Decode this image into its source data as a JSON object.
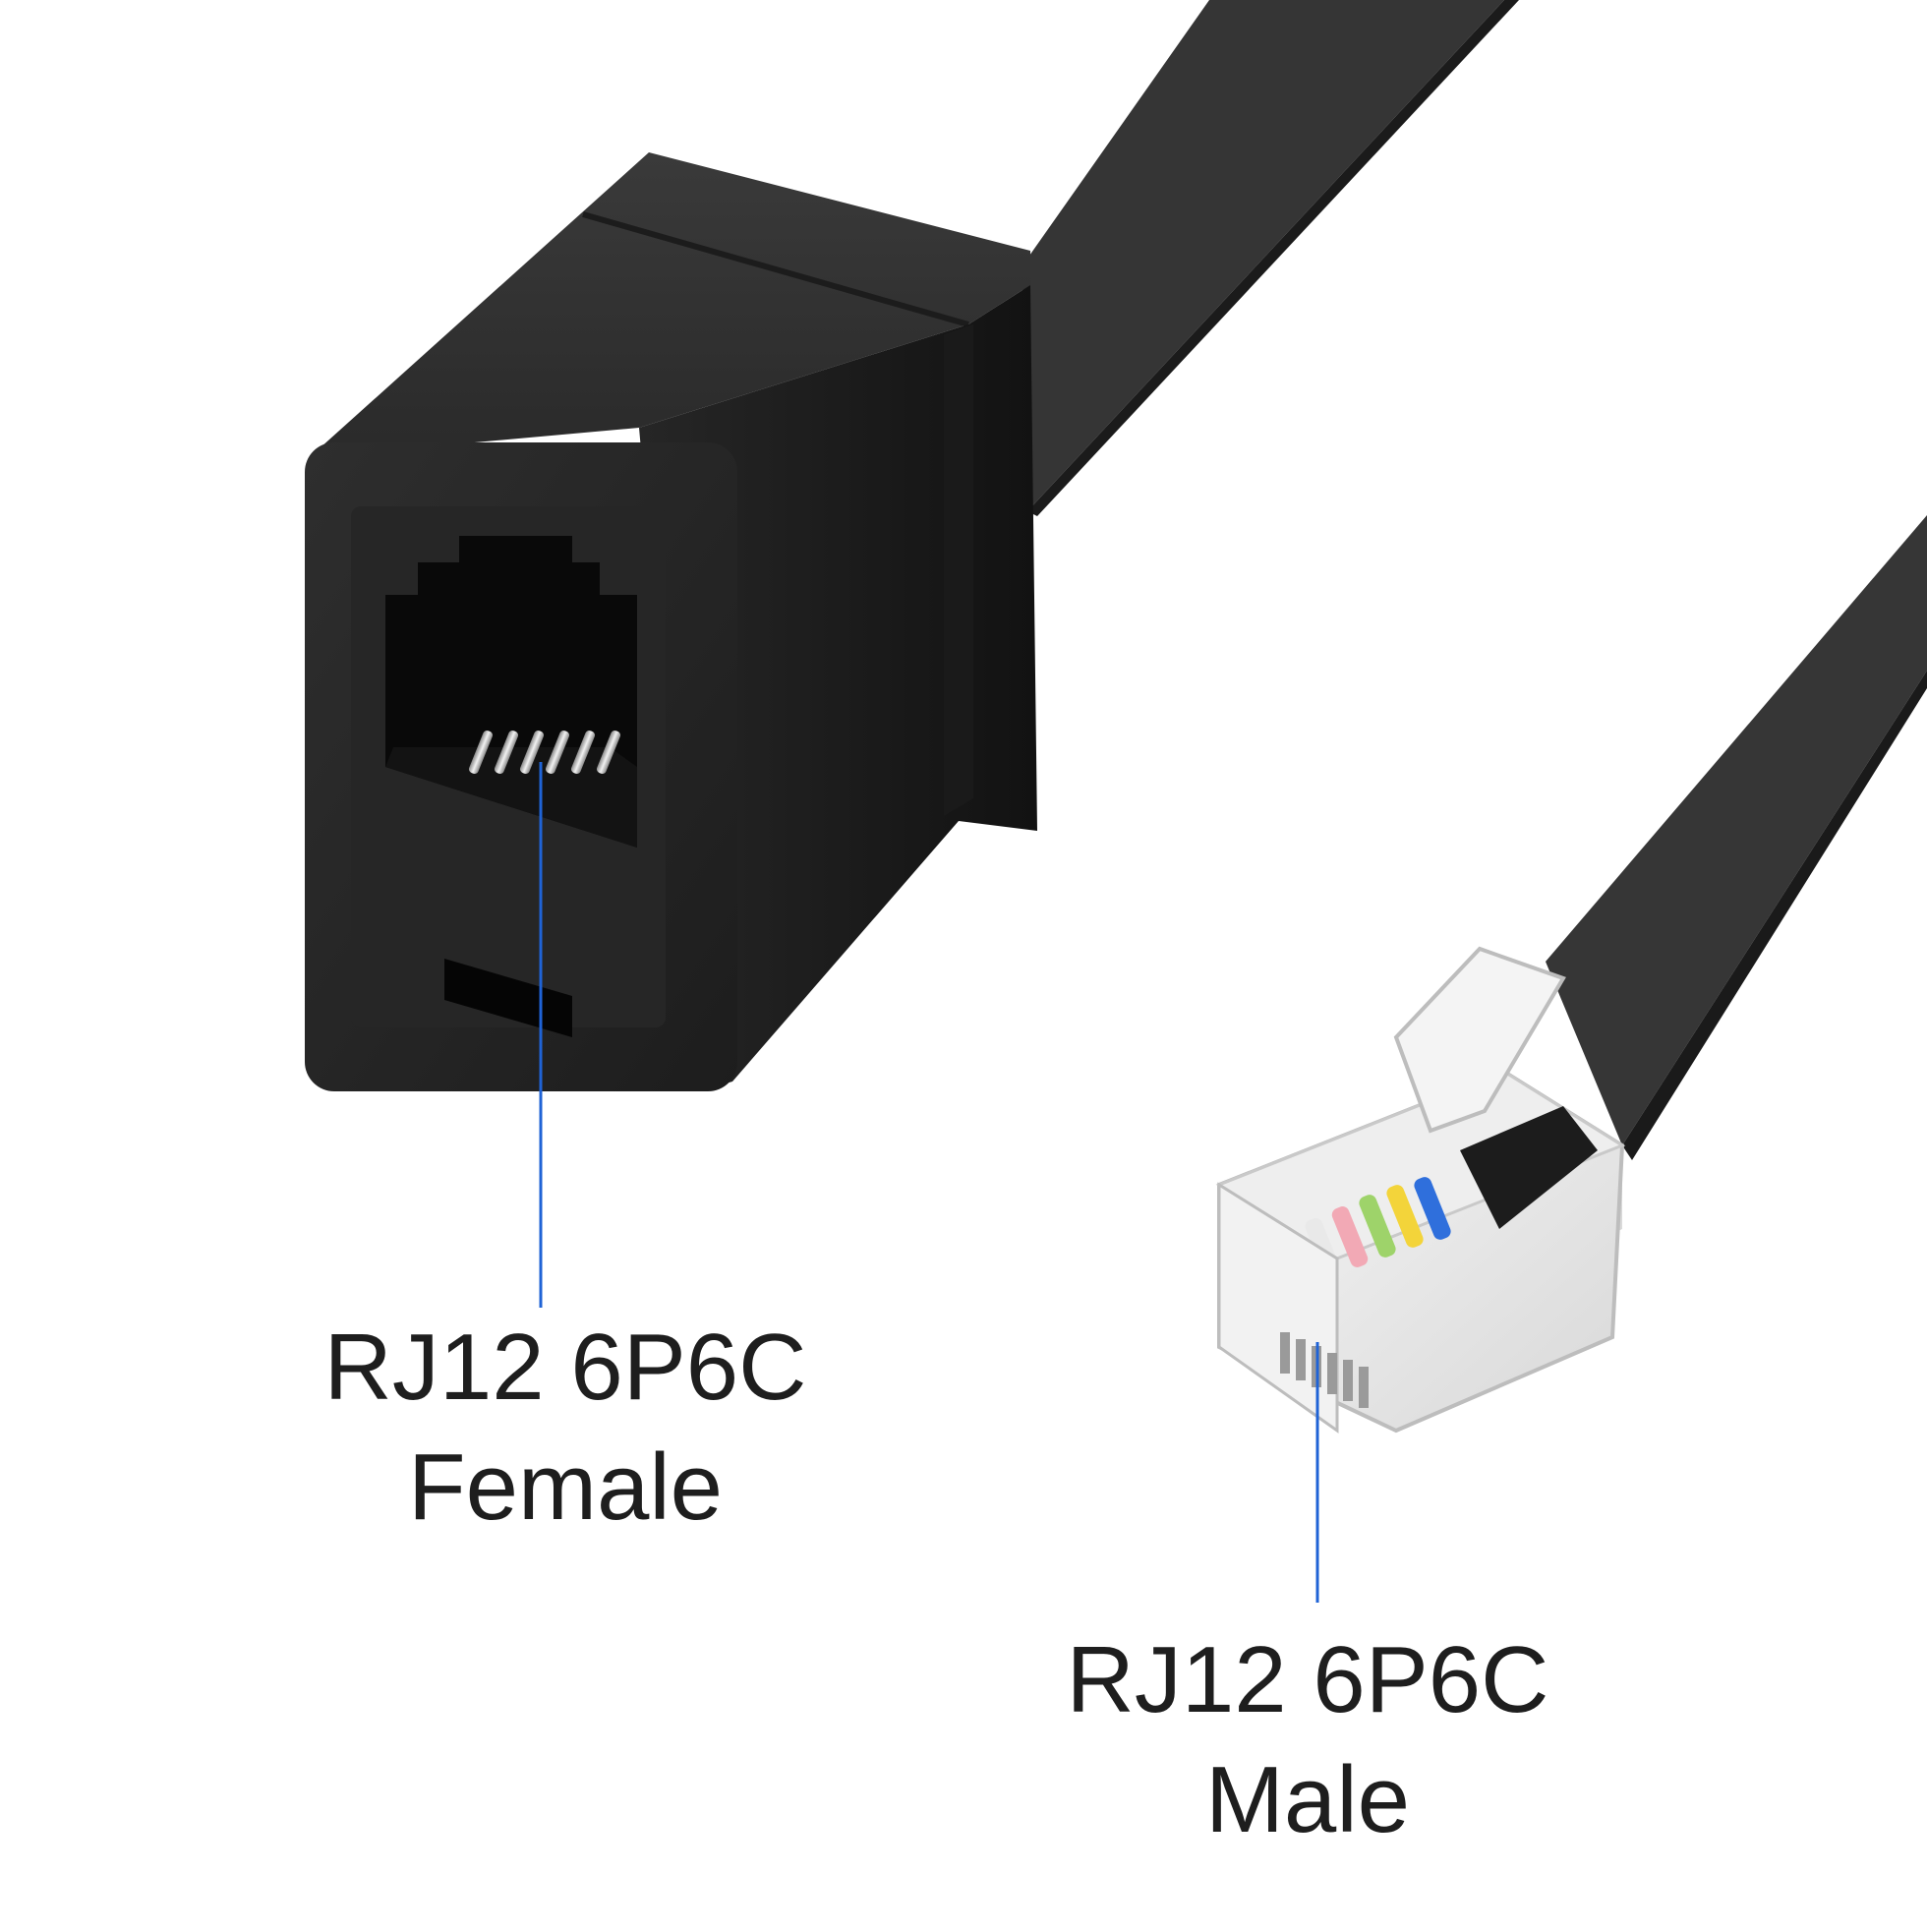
{
  "female_callout": {
    "line1": "RJ12 6P6C",
    "line2": "Female"
  },
  "male_callout": {
    "line1": "RJ12 6P6C",
    "line2": "Male"
  },
  "colors": {
    "background": "#ffffff",
    "connector_body": "#2b2b2b",
    "cable": "#363636",
    "callout_line": "#1f63d6",
    "label_text": "#1e1e1e",
    "wire_colors": [
      "#d23a3a",
      "#e9e9e9",
      "#f2a9b5",
      "#9ed36a",
      "#f3d43a",
      "#2f6fdc"
    ]
  }
}
